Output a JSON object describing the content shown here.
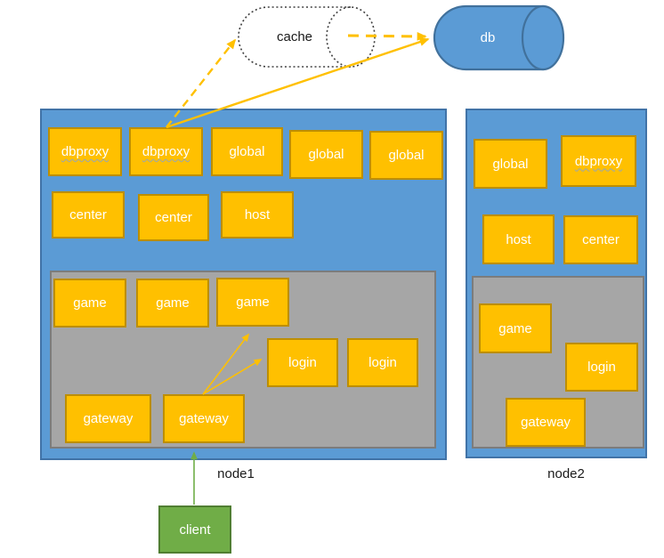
{
  "cache": {
    "label": "cache"
  },
  "db": {
    "label": "db"
  },
  "client": {
    "label": "client"
  },
  "node1": {
    "label": "node1",
    "services": [
      "dbproxy",
      "dbproxy",
      "global",
      "global",
      "global",
      "center",
      "center",
      "host"
    ],
    "zone_services": [
      "game",
      "game",
      "game",
      "login",
      "login",
      "gateway",
      "gateway"
    ]
  },
  "node2": {
    "label": "node2",
    "services": [
      "global",
      "dbproxy",
      "host",
      "center"
    ],
    "zone_services": [
      "game",
      "login",
      "gateway"
    ]
  },
  "colors": {
    "node_fill": "#5B9BD5",
    "node_border": "#4173a7",
    "service_fill": "#FFC000",
    "service_border": "#BD8E00",
    "zone_fill": "#A6A6A6",
    "zone_border": "#7C7C7C",
    "client_fill": "#70AD47",
    "client_border": "#507E32",
    "db_fill": "#5B9BD5",
    "db_border": "#41719C",
    "arrow_orange": "#FFC000",
    "arrow_green": "#70AD47",
    "cache_outline": "#404040"
  }
}
